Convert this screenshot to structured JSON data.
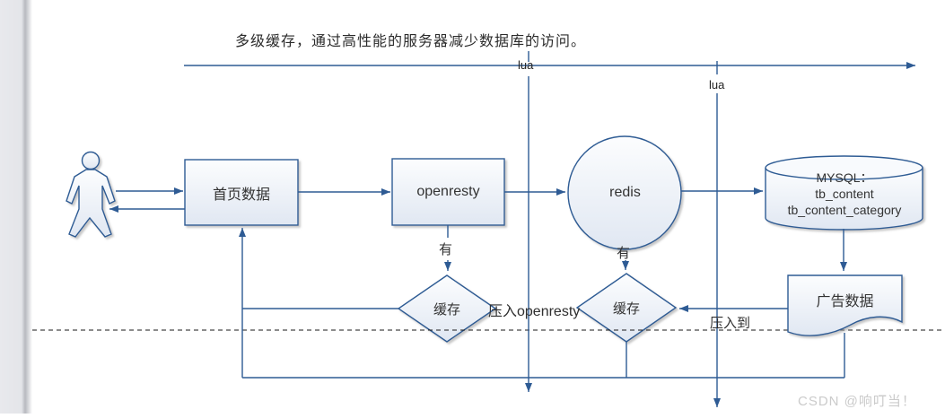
{
  "title": "多级缓存，通过高性能的服务器减少数据库的访问。",
  "watermark": "CSDN @响叮当！",
  "nodes": {
    "home_data": "首页数据",
    "openresty": "openresty",
    "redis": "redis",
    "mysql_line1": "MYSQL：",
    "mysql_line2": "tb_content",
    "mysql_line3": "tb_content_category",
    "ad_data": "广告数据",
    "cache_left": "缓存",
    "cache_right": "缓存"
  },
  "labels": {
    "lua_top": "lua",
    "lua_mid": "lua",
    "has_openresty": "有",
    "has_redis": "有",
    "push_openresty": "压入openresty",
    "push_to": "压入到"
  },
  "colors": {
    "line": "#2e5b94",
    "shape_border": "#2e5b94",
    "shape_fill_bottom": "#e0e7f2",
    "dashed_line": "#1a1a1a",
    "watermark": "#cbcbcb"
  }
}
